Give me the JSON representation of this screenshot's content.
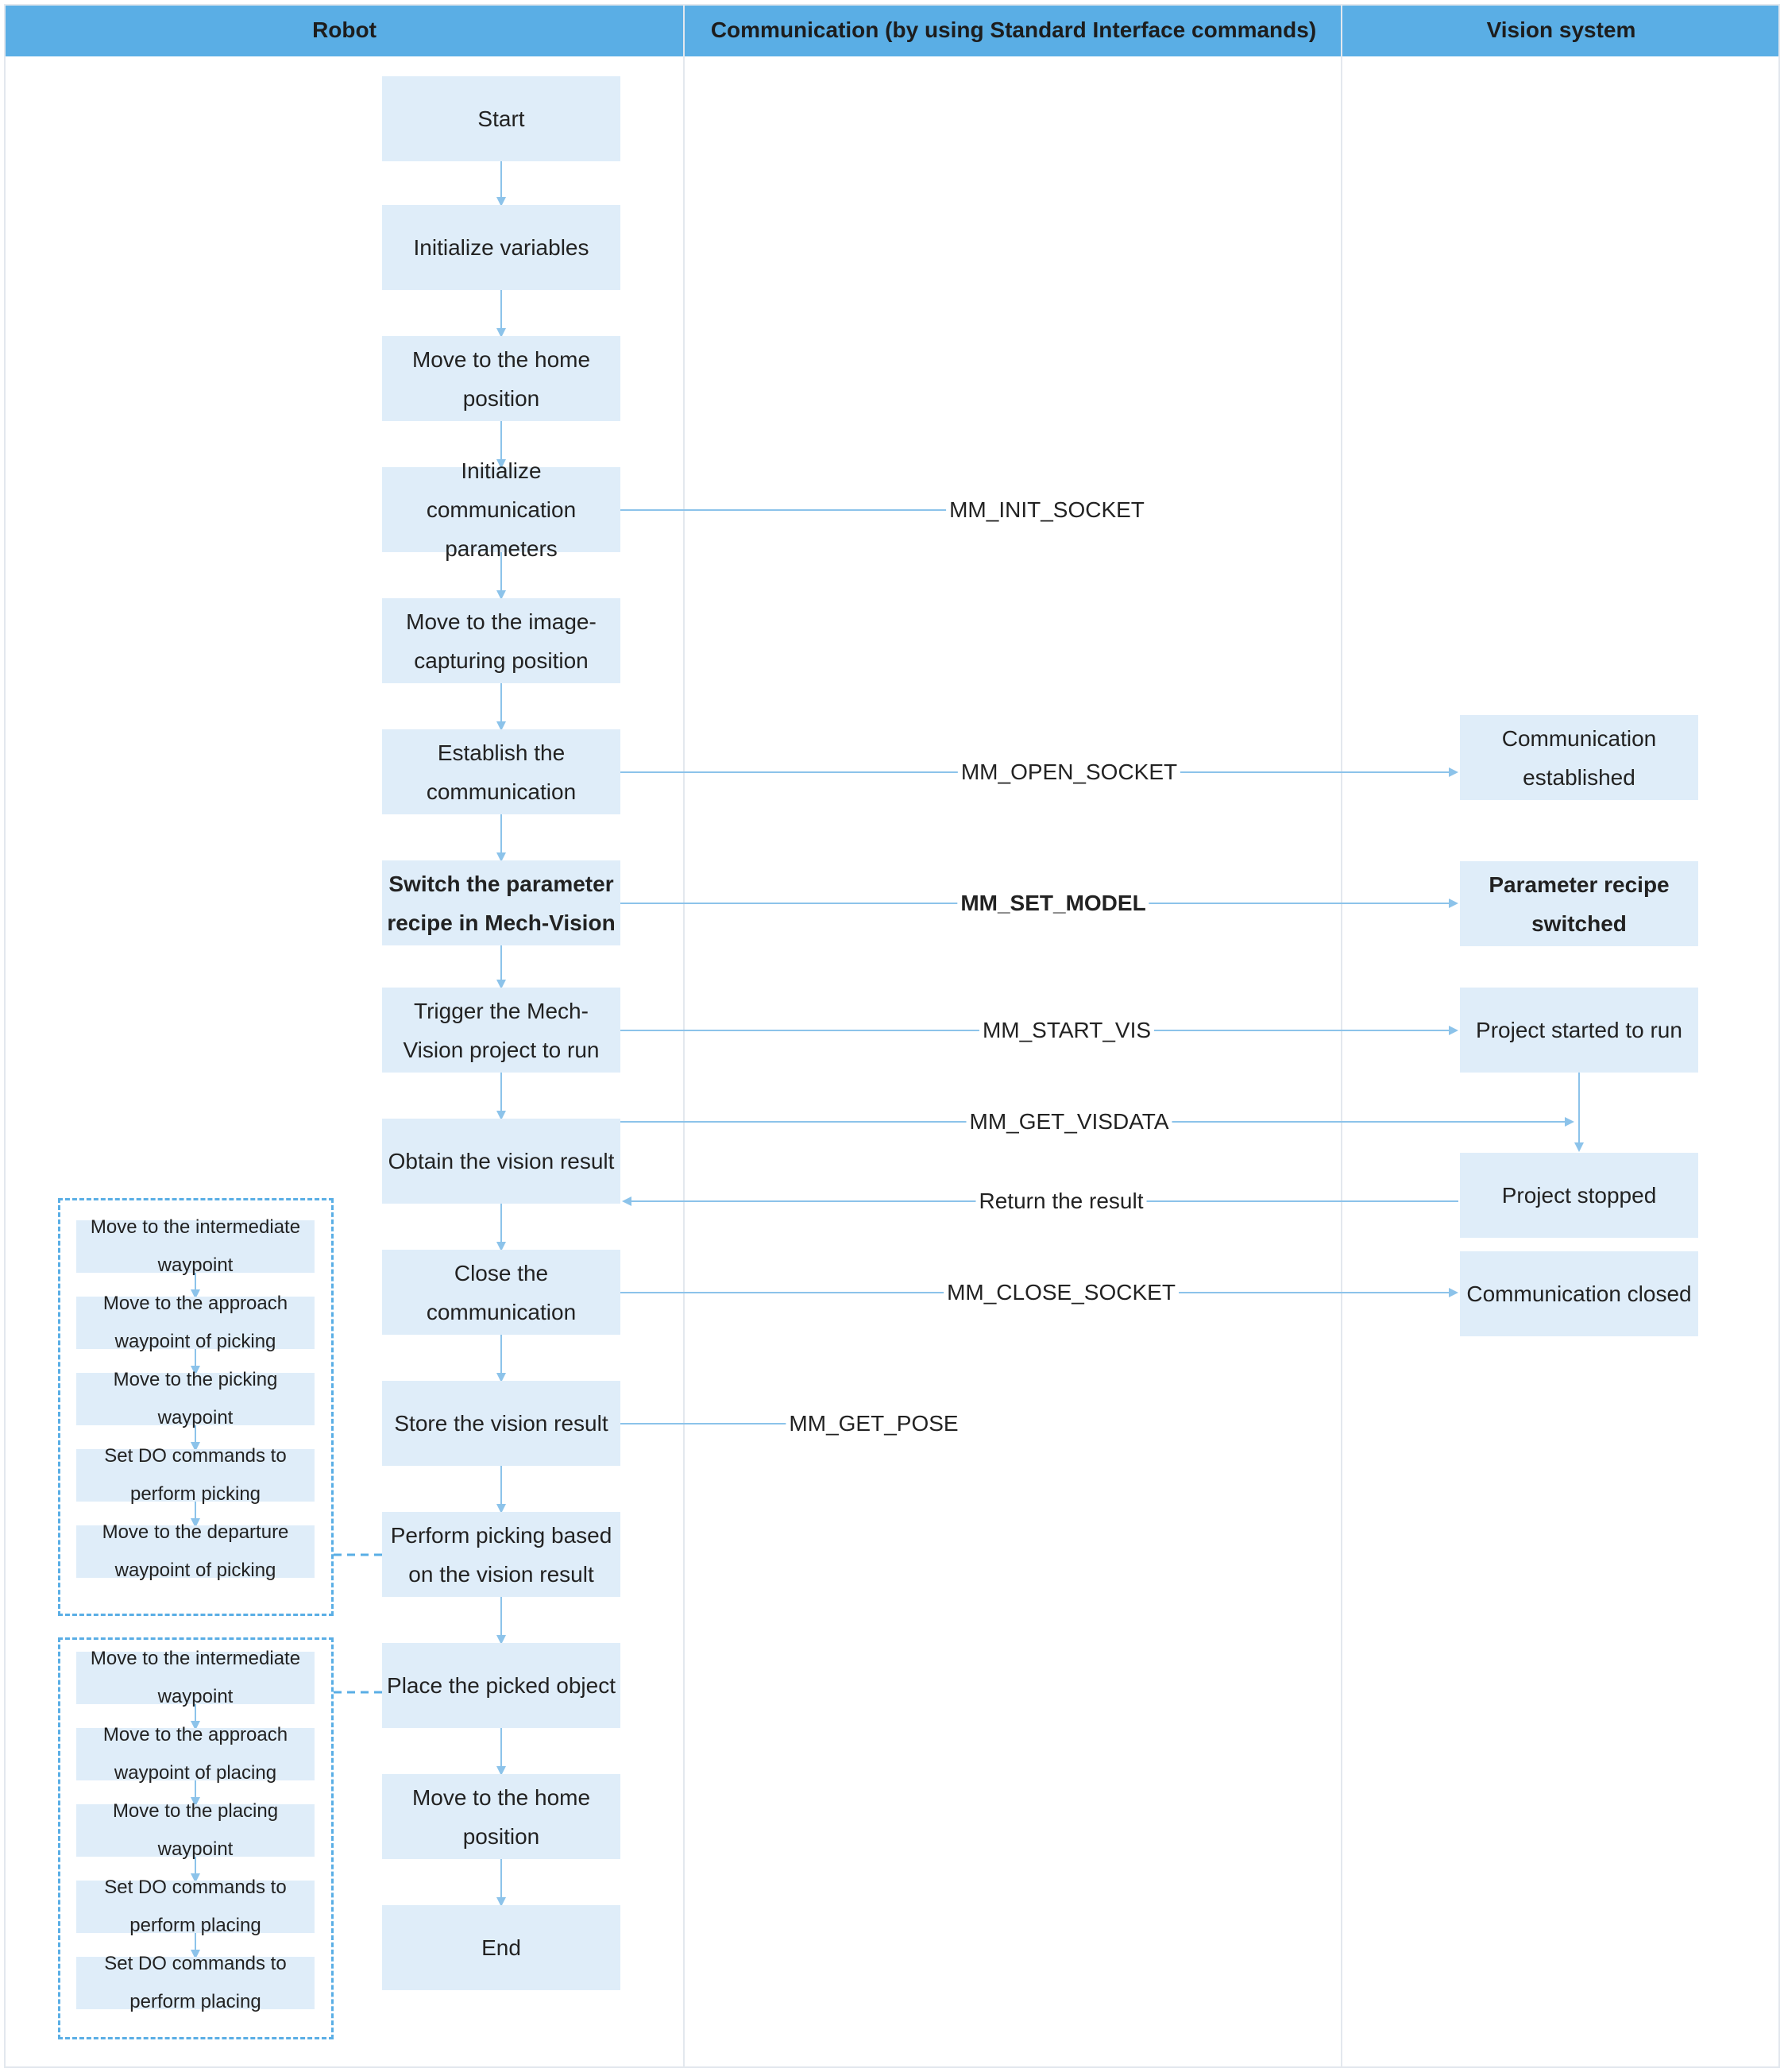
{
  "headers": {
    "robot": "Robot",
    "communication": "Communication (by using Standard Interface commands)",
    "vision": "Vision system"
  },
  "robot_steps": {
    "start": "Start",
    "init_vars": "Initialize variables",
    "home1": "Move to the home position",
    "init_comm": "Initialize communication parameters",
    "image_pos": "Move to the image-capturing position",
    "establish": "Establish the communication",
    "switch_recipe": "Switch the parameter recipe in Mech-Vision",
    "trigger": "Trigger the Mech-Vision project to run",
    "obtain": "Obtain the vision result",
    "close": "Close the communication",
    "store": "Store the vision result",
    "pick": "Perform picking based on the vision result",
    "place": "Place the picked object",
    "home2": "Move to the home position",
    "end": "End"
  },
  "vision_steps": {
    "established": "Communication established",
    "recipe_switched": "Parameter recipe switched",
    "started": "Project started to run",
    "stopped": "Project stopped",
    "closed": "Communication closed"
  },
  "commands": {
    "init_socket": "MM_INIT_SOCKET",
    "open_socket": "MM_OPEN_SOCKET",
    "set_model": "MM_SET_MODEL",
    "start_vis": "MM_START_VIS",
    "get_visdata": "MM_GET_VISDATA",
    "return_result": "Return the result",
    "close_socket": "MM_CLOSE_SOCKET",
    "get_pose": "MM_GET_POSE"
  },
  "picking_substeps": [
    "Move to the intermediate waypoint",
    "Move to the approach waypoint of picking",
    "Move to the picking waypoint",
    "Set DO commands to perform picking",
    "Move to the departure waypoint of picking"
  ],
  "placing_substeps": [
    "Move to the intermediate waypoint",
    "Move to the approach waypoint of placing",
    "Move to the placing waypoint",
    "Set DO commands to perform placing",
    "Set DO commands to perform placing"
  ],
  "colors": {
    "header": "#5aaee5",
    "box": "#dfedf9",
    "arrow": "#8cc3ea",
    "dashed": "#5aaee5"
  }
}
